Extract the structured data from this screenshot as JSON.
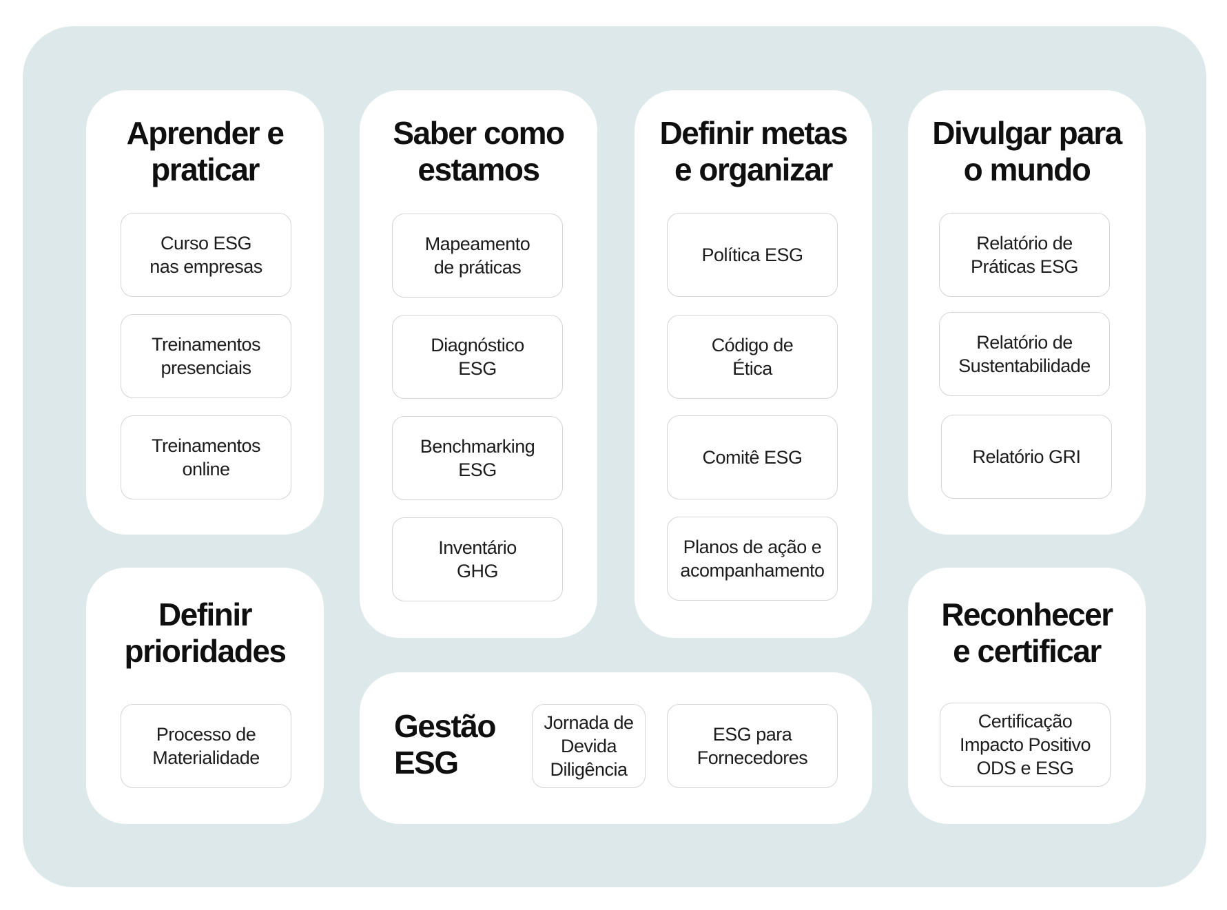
{
  "groups": {
    "aprender": {
      "title": [
        "Aprender e",
        "praticar"
      ],
      "items": [
        [
          "Curso ESG",
          "nas empresas"
        ],
        [
          "Treinamentos",
          "presenciais"
        ],
        [
          "Treinamentos",
          "online"
        ]
      ]
    },
    "saber": {
      "title": [
        "Saber como",
        "estamos"
      ],
      "items": [
        [
          "Mapeamento",
          "de práticas"
        ],
        [
          "Diagnóstico",
          "ESG"
        ],
        [
          "Benchmarking",
          "ESG"
        ],
        [
          "Inventário",
          "GHG"
        ]
      ]
    },
    "metas": {
      "title": [
        "Definir metas",
        "e organizar"
      ],
      "items": [
        [
          "Política ESG"
        ],
        [
          "Código de",
          "Ética"
        ],
        [
          "Comitê ESG"
        ],
        [
          "Planos de ação e",
          "acompanhamento"
        ]
      ]
    },
    "divulgar": {
      "title": [
        "Divulgar para",
        "o mundo"
      ],
      "items": [
        [
          "Relatório de",
          "Práticas ESG"
        ],
        [
          "Relatório de",
          "Sustentabilidade"
        ],
        [
          "Relatório GRI"
        ]
      ]
    },
    "prioridades": {
      "title": [
        "Definir",
        "prioridades"
      ],
      "items": [
        [
          "Processo de",
          "Materialidade"
        ]
      ]
    },
    "gestao": {
      "title": [
        "Gestão",
        "ESG"
      ],
      "items": [
        [
          "Jornada de",
          "Devida",
          "Diligência"
        ],
        [
          "ESG para",
          "Fornecedores"
        ]
      ]
    },
    "reconhecer": {
      "title": [
        "Reconhecer",
        "e certificar"
      ],
      "items": [
        [
          "Certificação",
          "Impacto Positivo",
          "ODS e ESG"
        ]
      ]
    }
  }
}
